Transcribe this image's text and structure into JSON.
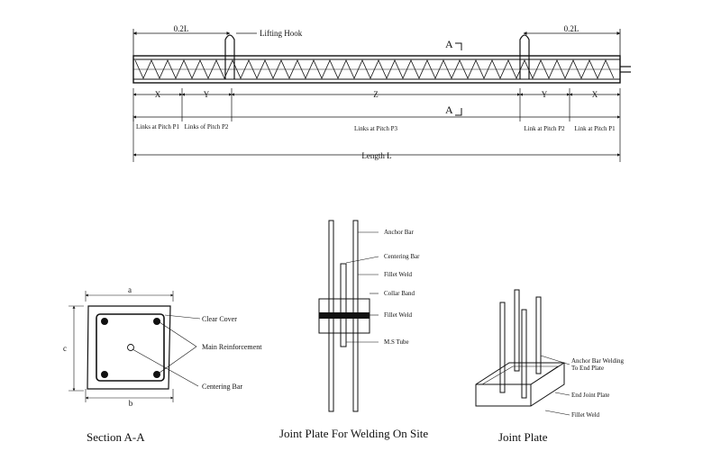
{
  "elevation": {
    "lifting_hook": "Lifting Hook",
    "dim_02L_left": "0.2L",
    "dim_02L_right": "0.2L",
    "section_mark_top": "A",
    "section_mark_bottom": "A",
    "dim_x_left": "X",
    "dim_y_left": "Y",
    "dim_z": "Z",
    "dim_y_right": "Y",
    "dim_x_right": "X",
    "links_p1_left": "Links at Pitch P1",
    "links_p2_left": "Links of Pitch P2",
    "links_p3": "Links at Pitch P3",
    "links_p2_right": "Link at Pitch P2",
    "links_p1_right": "Link at Pitch P1",
    "length": "Length L"
  },
  "section": {
    "title": "Section A-A",
    "dim_a": "a",
    "dim_b": "b",
    "dim_c": "c",
    "clear_cover": "Clear Cover",
    "main_reinforcement": "Main Reinforcement",
    "centering_bar": "Centering Bar"
  },
  "joint_site": {
    "title": "Joint Plate For Welding On Site",
    "anchor_bar": "Anchor Bar",
    "centering_bar": "Centering Bar",
    "fillet_weld_top": "Fillet Weld",
    "collar_band": "Collar Band",
    "fillet_weld_bottom": "Fillet Weld",
    "ms_tube": "M.S Tube"
  },
  "joint_plate": {
    "title": "Joint Plate",
    "anchor_weld_line1": "Anchor Bar Welding",
    "anchor_weld_line2": "To End Plate",
    "end_joint_plate": "End Joint Plate",
    "fillet_weld": "Fillet Weld"
  }
}
